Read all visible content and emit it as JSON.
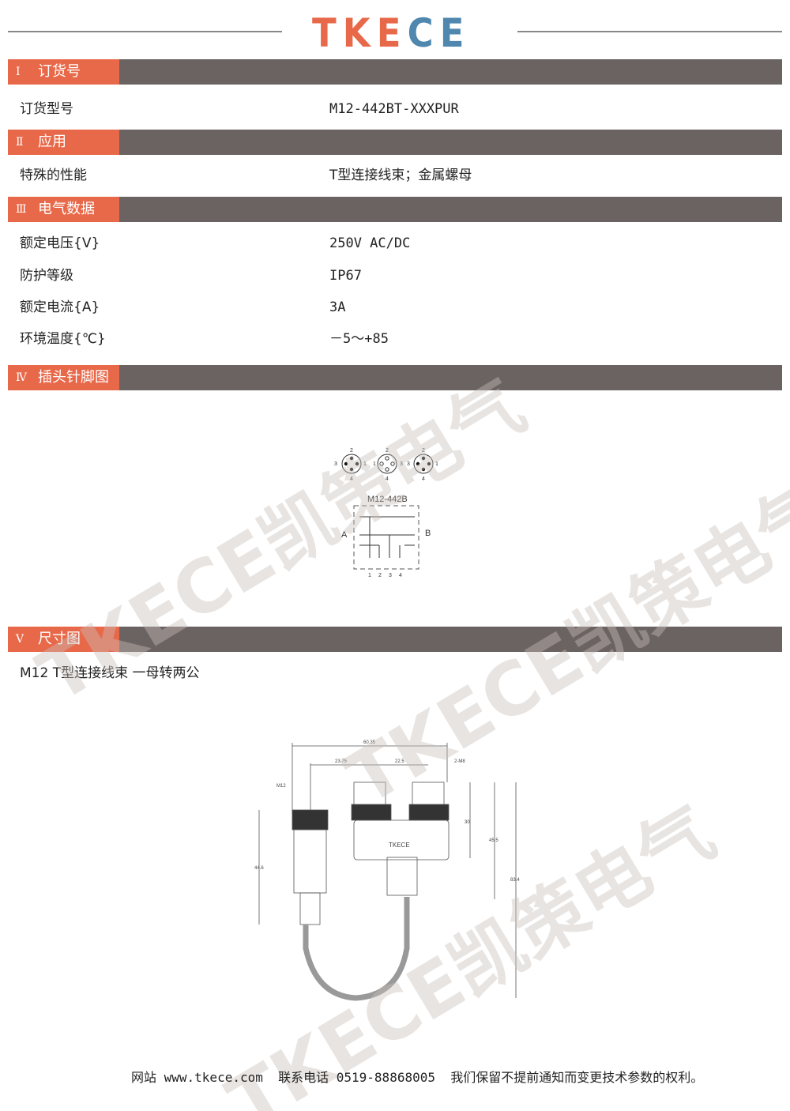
{
  "header": {
    "logo_parts": [
      "TK",
      "E",
      "CE"
    ],
    "colors": {
      "orange": "#E8694A",
      "blue": "#4F87AE",
      "bar_gray": "#6B6262"
    }
  },
  "watermark": "TKECE凯策电气",
  "sections": [
    {
      "num": "Ⅰ",
      "label": "订货号"
    },
    {
      "num": "Ⅱ",
      "label": "应用"
    },
    {
      "num": "Ⅲ",
      "label": "电气数据"
    },
    {
      "num": "Ⅳ",
      "label": "插头针脚图"
    },
    {
      "num": "Ⅴ",
      "label": "尺寸图"
    }
  ],
  "order": {
    "key": "订货型号",
    "value": "M12-442BT-XXXPUR"
  },
  "application": {
    "key": "特殊的性能",
    "value": "T型连接线束；金属螺母"
  },
  "electrical": [
    {
      "key": "额定电压{V}",
      "value": "250V AC/DC"
    },
    {
      "key": "防护等级",
      "value": "IP67"
    },
    {
      "key": "额定电流{A}",
      "value": "3A"
    },
    {
      "key": "环境温度{℃}",
      "value": "－5～+85"
    }
  ],
  "pin_diagram": {
    "title": "M12-442B",
    "side_a": "A",
    "side_b": "B",
    "pins": [
      "1",
      "2",
      "3",
      "4"
    ]
  },
  "dimension": {
    "caption": "M12 T型连接线束 一母转两公",
    "dims": {
      "overall_width": "60.35",
      "left_offset": "23.75",
      "spacing": "22.5",
      "thread": "2-M8",
      "m12": "M12",
      "left_height": "44.6",
      "body_height": "30",
      "mid_height": "45.5",
      "total_height": "83.4",
      "brand": "TKECE"
    }
  },
  "footer": {
    "text": "网站 www.tkece.com  联系电话 0519-88868005  我们保留不提前通知而变更技术参数的权利。"
  }
}
